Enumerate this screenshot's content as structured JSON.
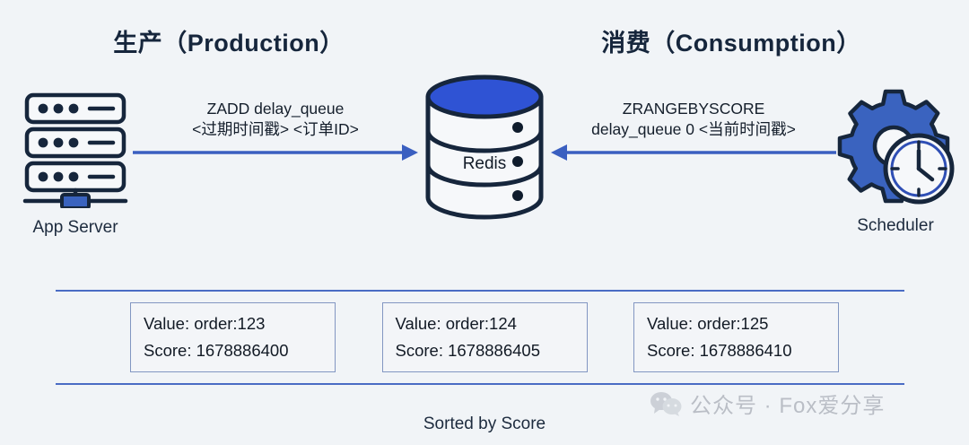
{
  "diagram": {
    "background_color": "#f1f4f7",
    "accent_blue": "#3a5fc0",
    "dark_navy": "#16263c",
    "box_border": "#8296c2"
  },
  "headings": {
    "production": "生产（Production）",
    "consumption": "消费（Consumption）"
  },
  "nodes": {
    "app_server": {
      "label": "App Server",
      "icon": "server-rack-icon"
    },
    "redis": {
      "label": "Redis",
      "icon": "database-cylinder-icon"
    },
    "scheduler": {
      "label": "Scheduler",
      "icon": "gear-clock-icon"
    }
  },
  "arrows": {
    "produce": {
      "direction": "right",
      "line1": "ZADD delay_queue",
      "line2": "<过期时间戳> <订单ID>"
    },
    "consume": {
      "direction": "left",
      "line1": "ZRANGEBYSCORE",
      "line2": "delay_queue 0 <当前时间戳>"
    }
  },
  "zset": {
    "entries": [
      {
        "value": "Value: order:123",
        "score": "Score: 1678886400"
      },
      {
        "value": "Value: order:124",
        "score": "Score: 1678886405"
      },
      {
        "value": "Value: order:125",
        "score": "Score: 1678886410"
      }
    ],
    "caption": "Sorted by Score"
  },
  "watermark": {
    "text": "公众号 · Fox爱分享",
    "icon": "wechat-bubbles-icon"
  }
}
